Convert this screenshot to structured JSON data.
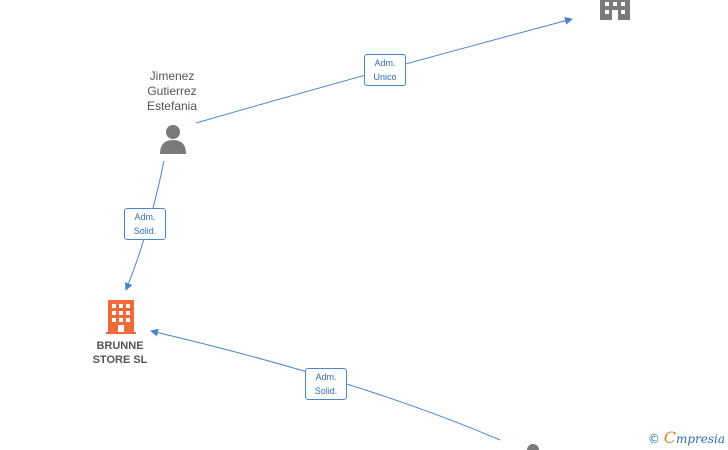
{
  "nodes": {
    "person_top": {
      "name": "Jimenez\nGutierrez\nEstefania",
      "icon": "person-icon"
    },
    "company_main": {
      "name": "BRUNNE\nSTORE  SL",
      "icon": "building-icon",
      "color": "#f26a3a"
    },
    "company_top_right": {
      "icon": "building-icon",
      "color": "#7a7a7a"
    },
    "person_bottom_right": {
      "icon": "person-icon",
      "color": "#7a7a7a"
    }
  },
  "edges": [
    {
      "label": "Adm.\nUnico"
    },
    {
      "label": "Adm.\nSolid."
    },
    {
      "label": "Adm.\nSolid."
    }
  ],
  "colors": {
    "edge": "#4a86cf",
    "person": "#7a7a7a"
  },
  "brand": {
    "copyright": "©",
    "initial": "C",
    "rest": "mpresia"
  }
}
